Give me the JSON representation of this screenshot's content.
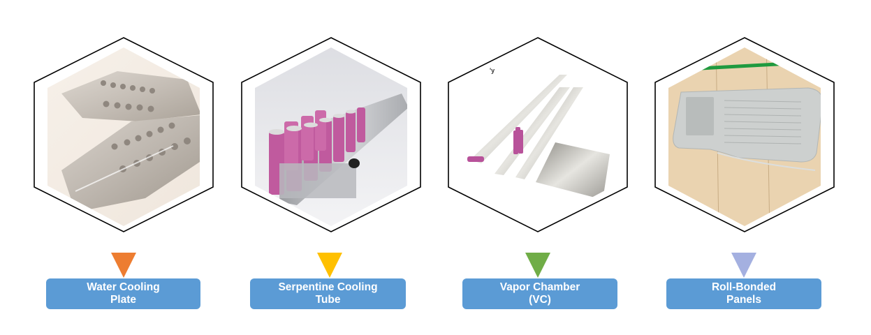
{
  "diagram": {
    "items": [
      {
        "id": "water-cooling-plate",
        "label_line1": "Water Cooling",
        "label_line2": "Plate",
        "marker_color": "#ED7D31",
        "image_desc": "Aluminum stamped cooling plates with dimple pattern"
      },
      {
        "id": "serpentine-cooling-tube",
        "label_line1": "Serpentine Cooling",
        "label_line2": "Tube",
        "marker_color": "#FFC000",
        "image_desc": "Pink cylindrical battery cells wrapped with serpentine aluminum tube"
      },
      {
        "id": "vapor-chamber",
        "label_line1": "Vapor Chamber",
        "label_line2": "(VC)",
        "marker_color": "#70AD47",
        "image_desc": "Flat aluminum vapor chamber strips and plate with small battery cells",
        "image_text_fragment": "'y"
      },
      {
        "id": "roll-bonded-panels",
        "label_line1": "Roll-Bonded",
        "label_line2": "Panels",
        "marker_color": "#A4B0E0",
        "image_desc": "Roll-bonded aluminum panel with channel pattern on wooden surface"
      }
    ],
    "label_box_color": "#5B9BD5",
    "label_text_color": "#FFFFFF",
    "hex_stroke_color": "#000000"
  }
}
